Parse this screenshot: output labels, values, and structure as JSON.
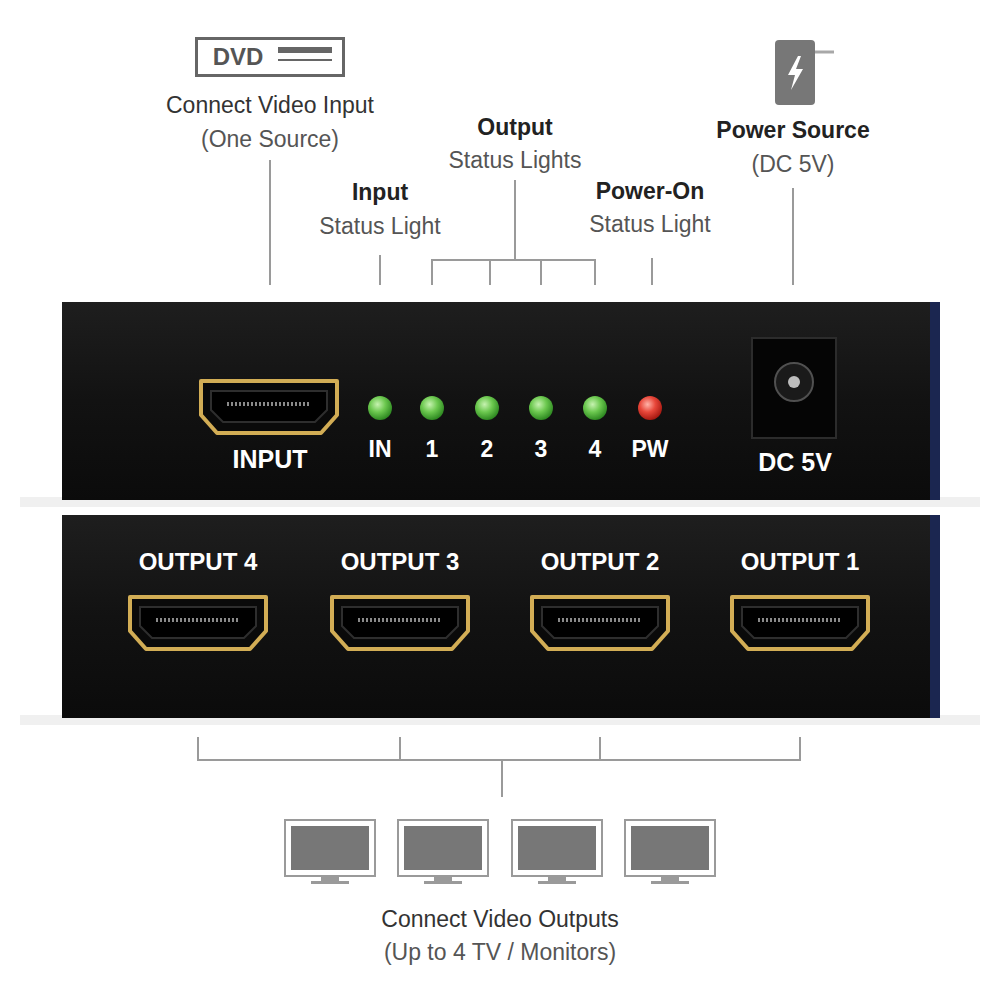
{
  "diagram": {
    "nodes": [
      {
        "text": [
          "DVD"
        ]
      },
      {
        "text": [
          "INPUT",
          "IN",
          "1",
          "2",
          "3",
          "4",
          "PW",
          "DC 5V"
        ]
      },
      {
        "text": [
          "OUTPUT 4",
          "OUTPUT 3",
          "OUTPUT 2",
          "OUTPUT 1"
        ]
      }
    ],
    "labels": [
      "Connect Video Input",
      "(One Source)",
      "Output",
      "Status Lights",
      "Power Source",
      "(DC 5V)",
      "Input",
      "Status Light",
      "Power-On",
      "Status Light",
      "Connect Video Outputs",
      "(Up to 4 TV / Monitors)"
    ]
  }
}
